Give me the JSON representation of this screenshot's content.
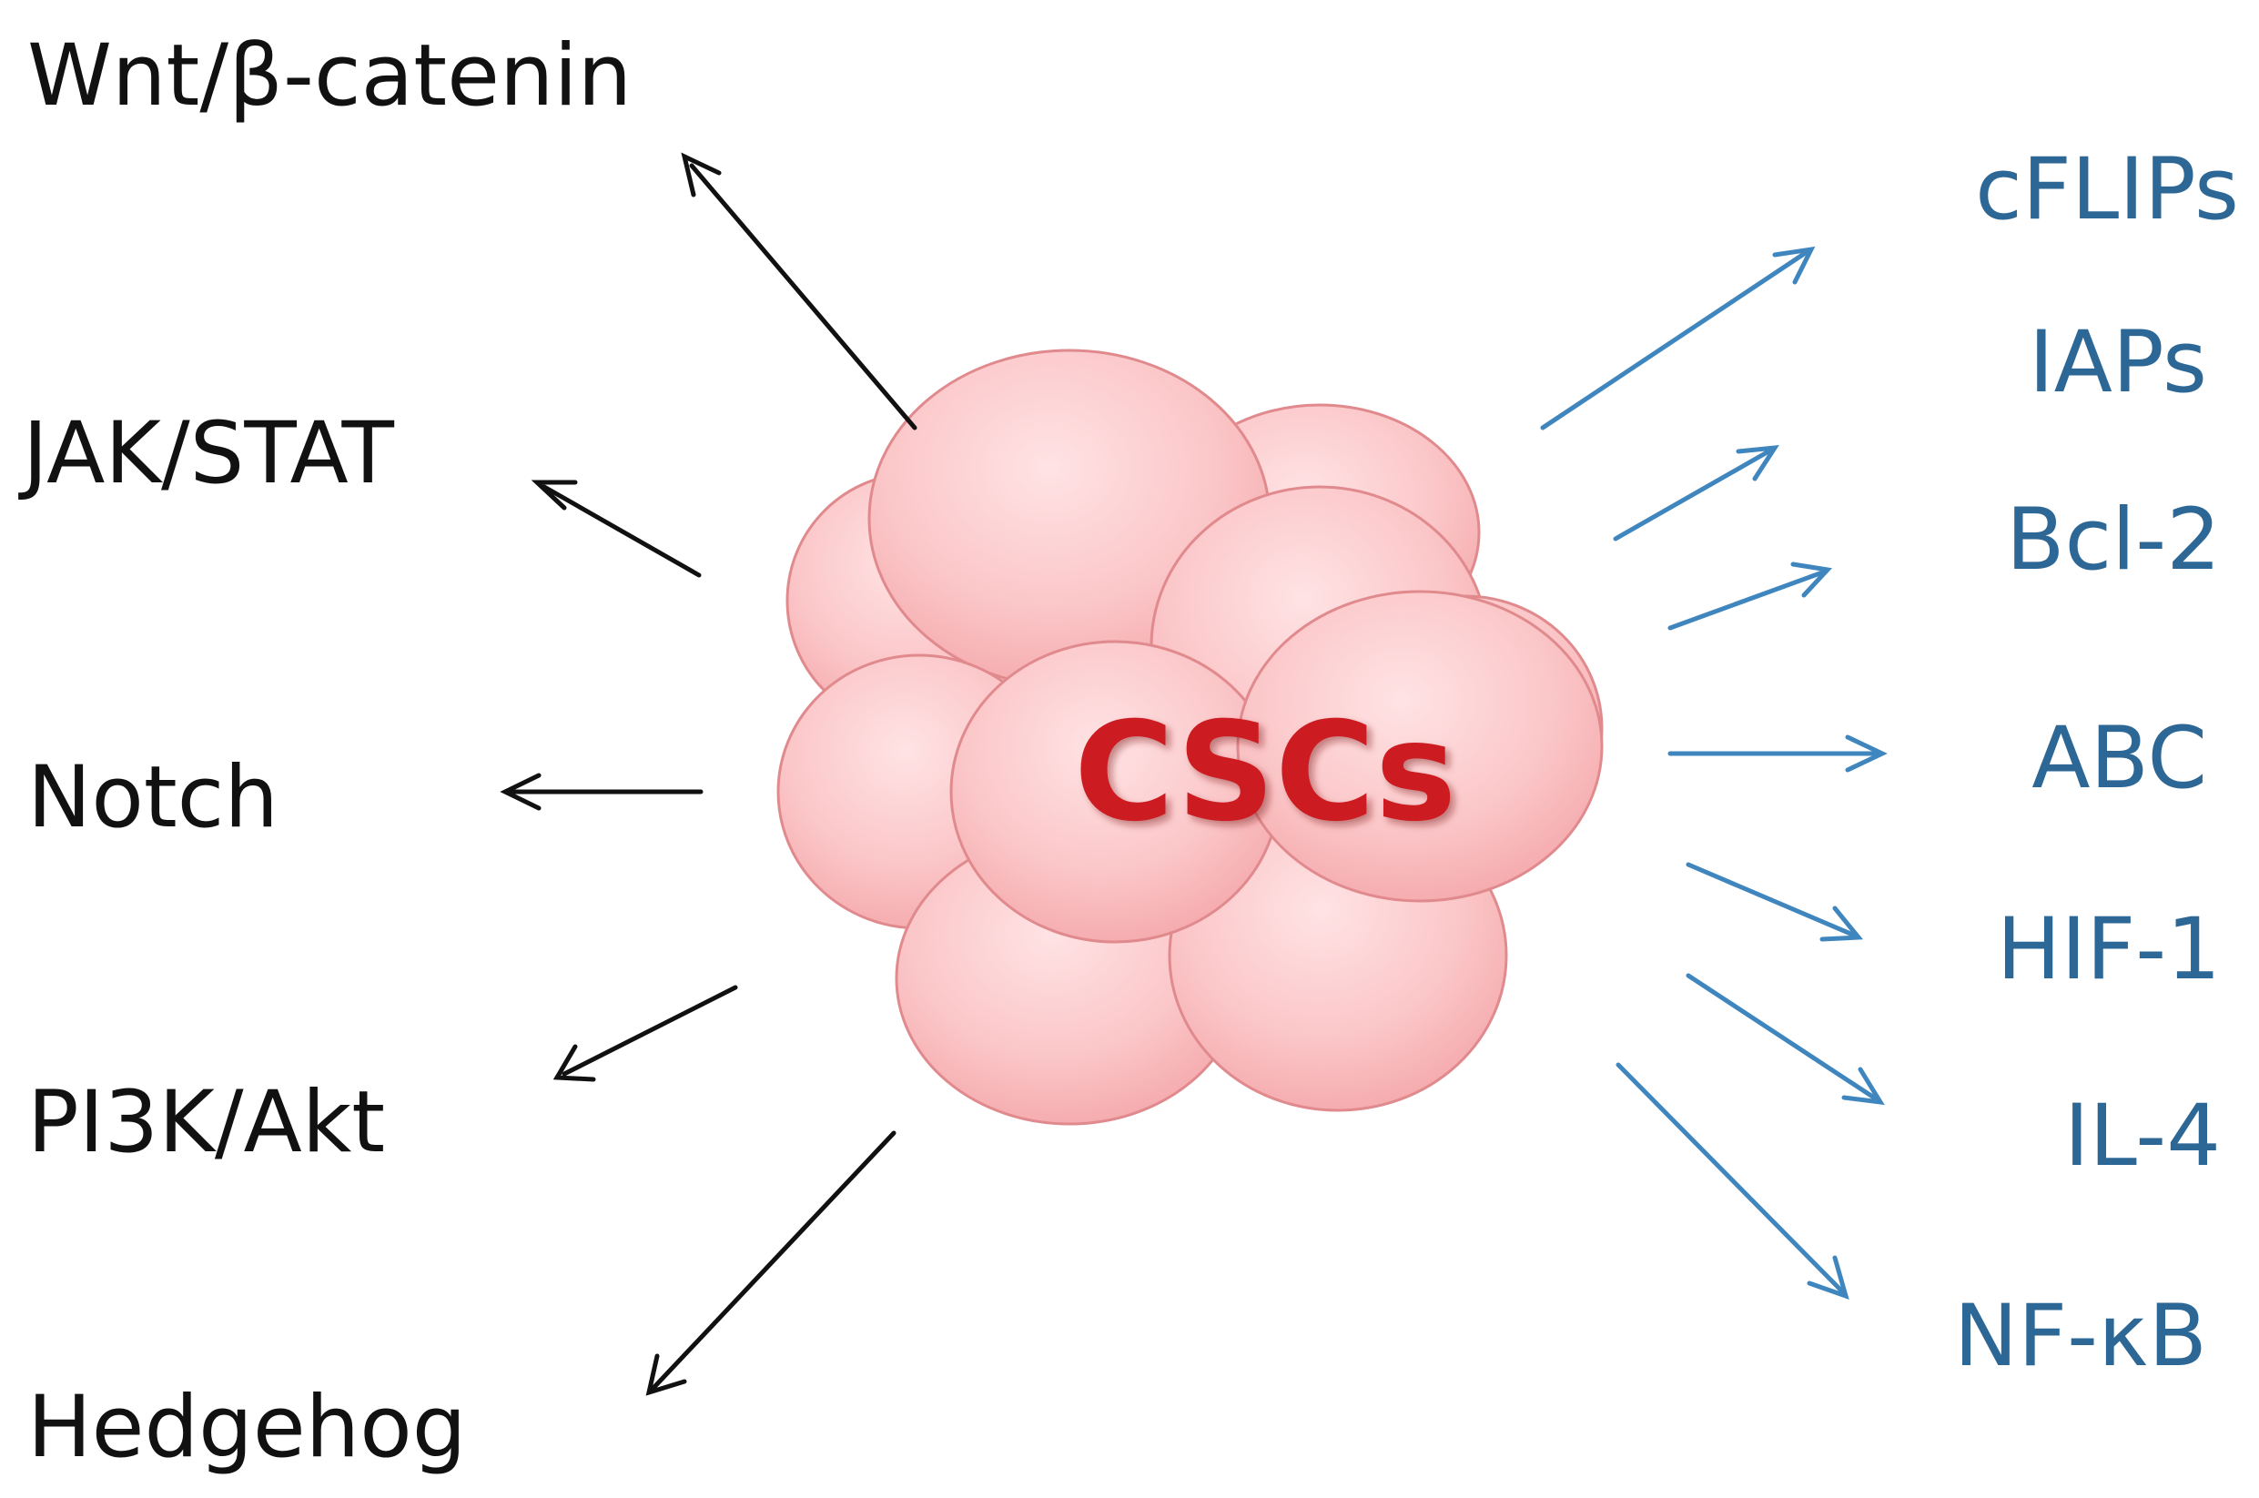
{
  "center": {
    "label": "CSCs"
  },
  "pathways": [
    {
      "label": "Wnt/β-catenin"
    },
    {
      "label": "JAK/STAT"
    },
    {
      "label": "Notch"
    },
    {
      "label": "PI3K/Akt"
    },
    {
      "label": "Hedgehog"
    }
  ],
  "factors": [
    {
      "label": "cFLIPs"
    },
    {
      "label": "IAPs"
    },
    {
      "label": "Bcl-2"
    },
    {
      "label": "ABC"
    },
    {
      "label": "HIF-1"
    },
    {
      "label": "IL-4"
    },
    {
      "label": "NF-κB"
    }
  ],
  "colors": {
    "cell_fill": "#f8b4b6",
    "cell_stroke": "#e08a8e",
    "center_text": "#cc1e24",
    "pathway_text": "#111111",
    "pathway_arrow": "#111111",
    "factor_text": "#2d6796",
    "factor_arrow": "#3f86bf"
  }
}
